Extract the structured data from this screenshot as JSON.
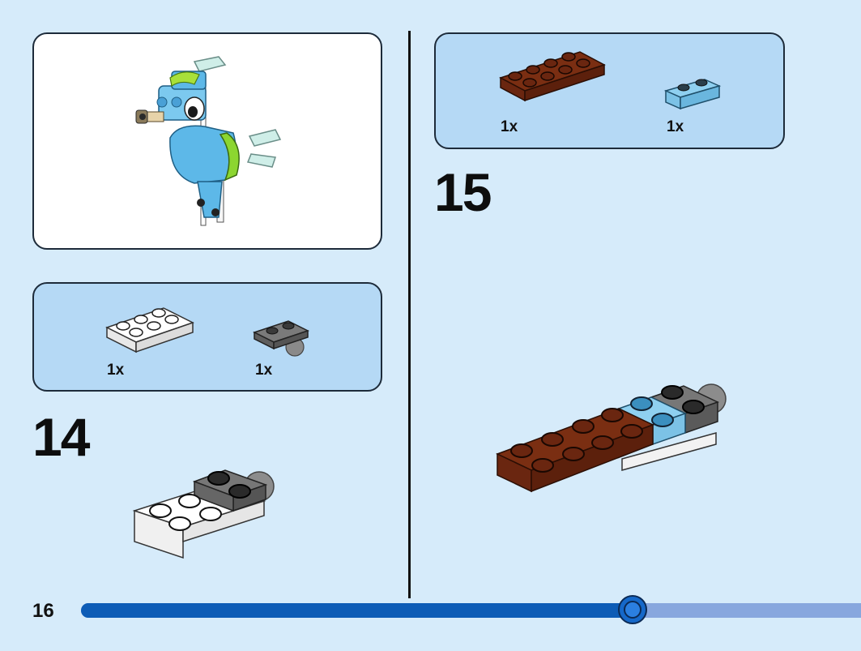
{
  "page": {
    "number": "16"
  },
  "progress": {
    "fraction": 0.707
  },
  "steps": [
    {
      "number": "14",
      "parts": [
        {
          "qty": "1x",
          "description": "white 2x3 plate"
        },
        {
          "qty": "1x",
          "description": "dark grey plate with ball joint"
        }
      ]
    },
    {
      "number": "15",
      "parts": [
        {
          "qty": "1x",
          "description": "reddish brown 2x4 plate"
        },
        {
          "qty": "1x",
          "description": "light blue 1x2 plate"
        }
      ]
    }
  ],
  "colors": {
    "background": "#d6ebfa",
    "parts_panel": "#b5d9f5",
    "progress_fill": "#0d5cb6",
    "progress_track": "#88a7de",
    "brick_white": "#f4f4f4",
    "brick_dark_grey": "#6f6f6f",
    "brick_reddish_brown": "#7a2e12",
    "brick_light_blue": "#8fd0f0",
    "parrot_blue": "#5db8e8",
    "parrot_lime": "#8cd630"
  }
}
